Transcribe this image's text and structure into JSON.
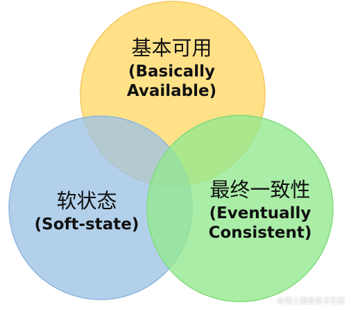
{
  "diagram": {
    "circles": [
      {
        "id": "ba",
        "zh": "基本可用",
        "en_line1": "(Basically",
        "en_line2": "Available)",
        "fill": "#FFD966",
        "stroke": "#F6C85E"
      },
      {
        "id": "ss",
        "zh": "软状态",
        "en_line1": "(Soft-state)",
        "fill": "#9DC3E6",
        "stroke": "#8DB6DE"
      },
      {
        "id": "ec",
        "zh": "最终一致性",
        "en_line1": "(Eventually",
        "en_line2": "Consistent)",
        "fill": "#92E88E",
        "stroke": "#82DA7E"
      }
    ]
  },
  "watermark": "@稀土掘金技术社区"
}
